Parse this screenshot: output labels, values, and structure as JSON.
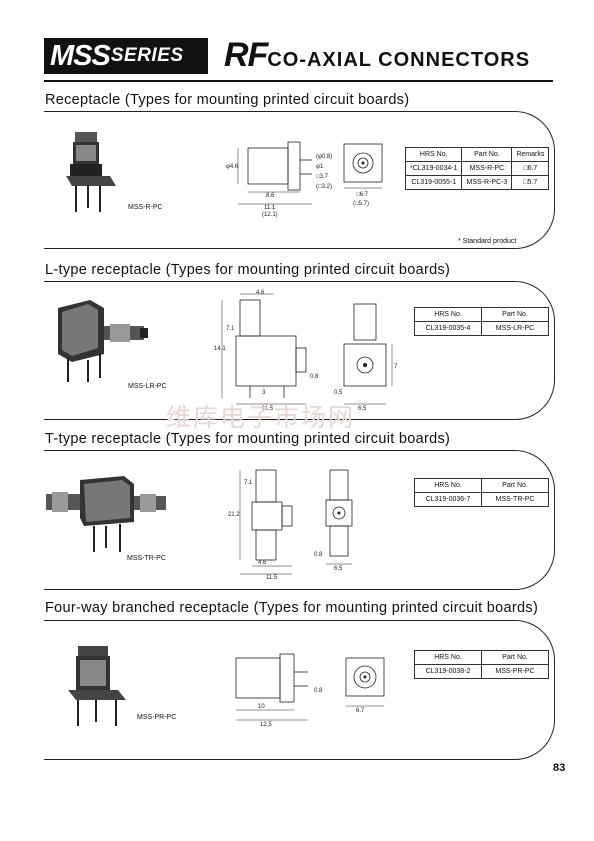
{
  "header": {
    "series_big": "MSS",
    "series_small": "SERIES",
    "rf_big": "RF",
    "rf_small": "CO-AXIAL CONNECTORS"
  },
  "watermark": "维库电子市场网",
  "sections": [
    {
      "title": "Receptacle (Types for mounting printed circuit boards)",
      "model": "MSS-R-PC",
      "table_headers": [
        "HRS No.",
        "Part No.",
        "Remarks"
      ],
      "rows": [
        [
          "*CL319-0034-1",
          "MSS-R-PC",
          "□6.7"
        ],
        [
          "CL319-0055-1",
          "MSS-R-PC-3",
          "□5.7"
        ]
      ],
      "note": "* Standard product",
      "dims": {
        "d1": "φ4.6",
        "d2": "8.6",
        "d3": "11.1",
        "d4": "(12.1)",
        "d5": "□6.7",
        "d6": "(□5.7)",
        "d7": "□3.7",
        "d8": "φ1",
        "d9": "(□3.2)",
        "d10": "(φ0.8)"
      }
    },
    {
      "title": "L-type receptacle (Types for mounting printed circuit boards)",
      "model": "MSS-LR-PC",
      "table_headers": [
        "HRS No.",
        "Part No."
      ],
      "rows": [
        [
          "CL319-0035-4",
          "MSS-LR-PC"
        ]
      ],
      "dims": {
        "d1": "4.6",
        "d2": "7.1",
        "d3": "14.1",
        "d4": "3",
        "d5": "11.5",
        "d6": "6.5",
        "d7": "0.8",
        "d8": "0.5",
        "d9": "7"
      }
    },
    {
      "title": "T-type receptacle (Types for mounting printed circuit boards)",
      "model": "MSS-TR-PC",
      "table_headers": [
        "HRS No.",
        "Part No."
      ],
      "rows": [
        [
          "CL319-0036-7",
          "MSS-TR-PC"
        ]
      ],
      "dims": {
        "d1": "7.1",
        "d2": "21.2",
        "d3": "4.6",
        "d4": "11.5",
        "d5": "6.5",
        "d6": "0.8"
      }
    },
    {
      "title": "Four-way branched receptacle (Types for mounting printed circuit boards)",
      "model": "MSS-PR-PC",
      "table_headers": [
        "HRS No.",
        "Part No."
      ],
      "rows": [
        [
          "CL319-0038-2",
          "MSS-PR-PC"
        ]
      ],
      "dims": {
        "d1": "10",
        "d2": "12.5",
        "d3": "6.7",
        "d4": "0.8"
      }
    }
  ],
  "page_number": "83"
}
